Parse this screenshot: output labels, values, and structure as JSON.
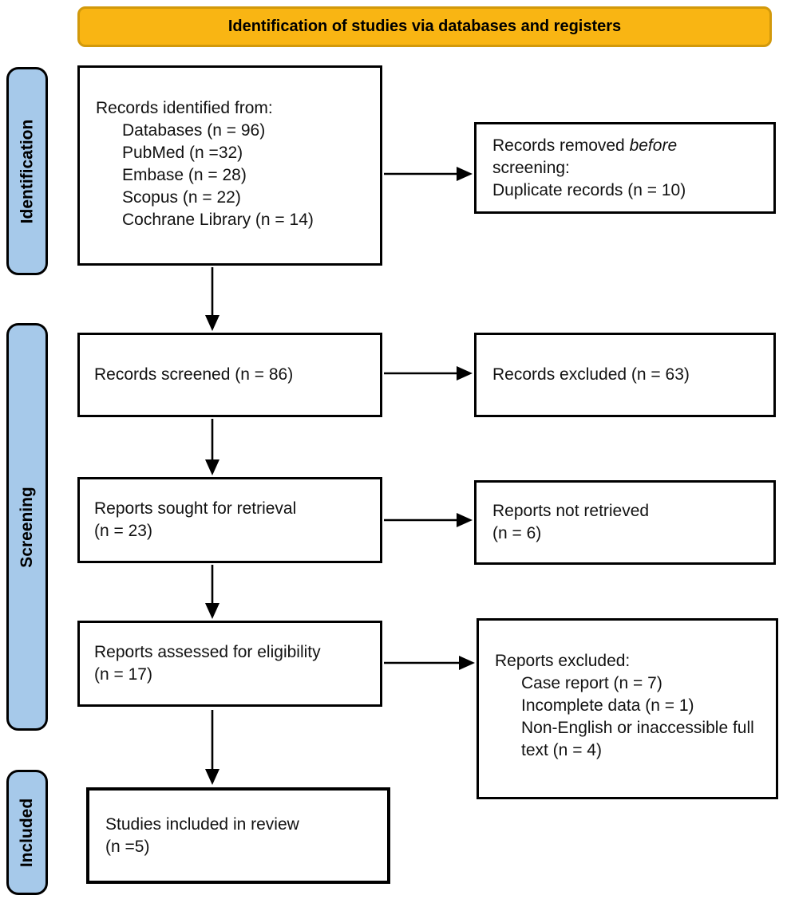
{
  "banner": {
    "label": "Identification of studies via databases and registers"
  },
  "sidebar": {
    "identification": "Identification",
    "screening": "Screening",
    "included": "Included"
  },
  "boxes": {
    "identified": {
      "title": "Records identified from:",
      "items": [
        "Databases (n = 96)",
        "PubMed (n =32)",
        "Embase (n = 28)",
        "Scopus (n = 22)",
        "Cochrane Library (n = 14)"
      ]
    },
    "removed": {
      "line1_prefix": "Records removed ",
      "line1_italic": "before",
      "line2": "screening:",
      "line3": "Duplicate records (n = 10)"
    },
    "screened": {
      "label": "Records screened (n = 86)"
    },
    "excluded": {
      "label": "Records excluded (n = 63)"
    },
    "sought": {
      "line1": "Reports sought for retrieval",
      "line2": "(n = 23)"
    },
    "not_retrieved": {
      "line1": "Reports not retrieved",
      "line2": "(n = 6)"
    },
    "assessed": {
      "line1": "Reports assessed for eligibility",
      "line2": "(n = 17)"
    },
    "reports_excluded": {
      "title": "Reports excluded:",
      "items": [
        "Case report (n = 7)",
        "Incomplete data (n = 1)",
        "Non-English or inaccessible full text (n = 4)"
      ]
    },
    "included_studies": {
      "line1": "Studies included in review",
      "line2": "(n =5)"
    }
  },
  "colors": {
    "banner_fill": "#F9B513",
    "banner_border": "#D2990B",
    "sidebar_fill": "#A6C9EA",
    "box_border": "#000000"
  }
}
